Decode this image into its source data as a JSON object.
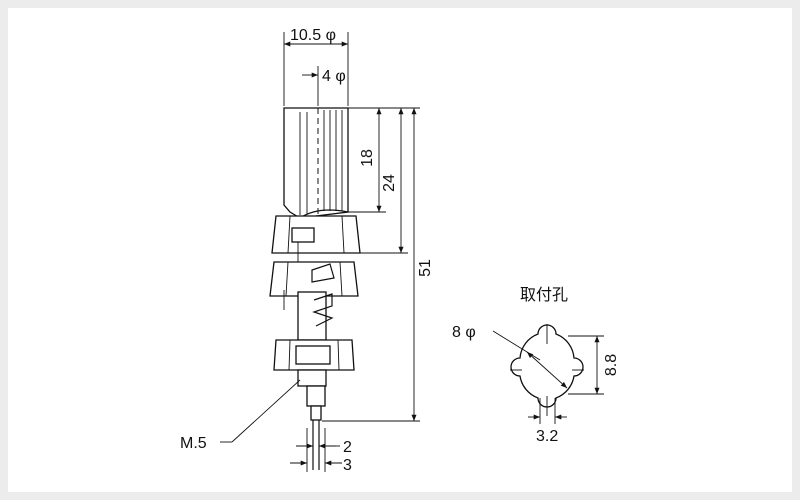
{
  "dimensions": {
    "top_diameter": "10.5 φ",
    "inner_diameter": "4 φ",
    "height_18": "18",
    "height_24": "24",
    "total_51": "51",
    "thread": "M.5",
    "pin_2": "2",
    "pin_3": "3"
  },
  "mounting_hole": {
    "title": "取付孔",
    "diameter": "8 φ",
    "height": "8.8",
    "slot_width": "3.2"
  }
}
